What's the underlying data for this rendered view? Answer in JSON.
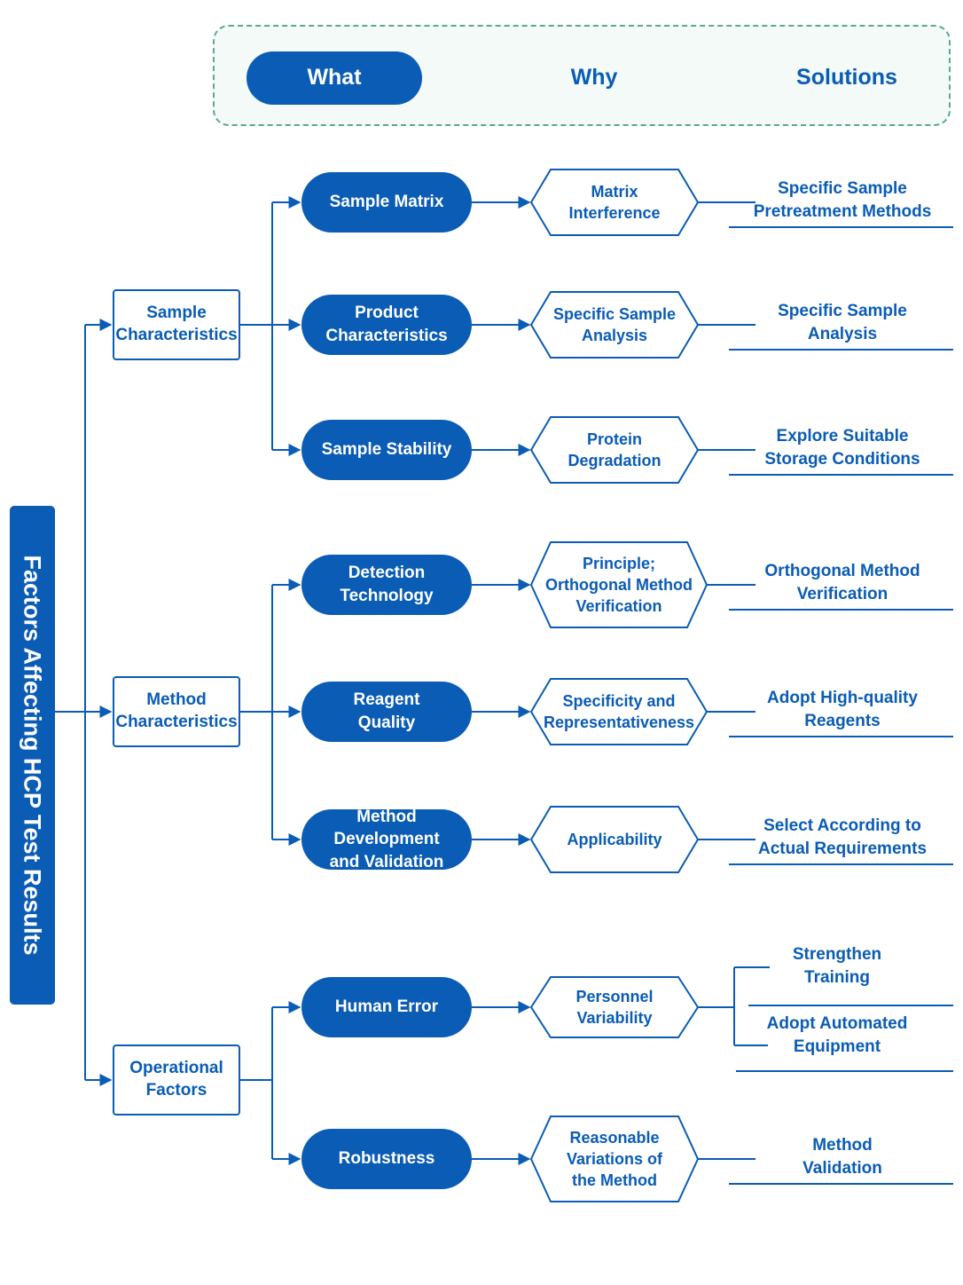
{
  "legend": {
    "what": "What",
    "why": "Why",
    "solutions": "Solutions"
  },
  "title": "Factors Affecting HCP Test Results",
  "groups": [
    {
      "label": "Sample\nCharacteristics",
      "items": [
        {
          "what": "Sample Matrix",
          "why": "Matrix\nInterference",
          "solutions": [
            "Specific Sample\nPretreatment Methods"
          ]
        },
        {
          "what": "Product\nCharacteristics",
          "why": "Specific Sample\nAnalysis",
          "solutions": [
            "Specific Sample\nAnalysis"
          ]
        },
        {
          "what": "Sample Stability",
          "why": "Protein\nDegradation",
          "solutions": [
            "Explore Suitable\nStorage Conditions"
          ]
        }
      ]
    },
    {
      "label": "Method\nCharacteristics",
      "items": [
        {
          "what": "Detection\nTechnology",
          "why": "Principle;\nOrthogonal Method\nVerification",
          "solutions": [
            "Orthogonal Method\nVerification"
          ]
        },
        {
          "what": "Reagent\nQuality",
          "why": "Specificity and\nRepresentativeness",
          "solutions": [
            "Adopt High-quality\nReagents"
          ]
        },
        {
          "what": "Method Development\nand Validation",
          "why": "Applicability",
          "solutions": [
            "Select According to\nActual Requirements"
          ]
        }
      ]
    },
    {
      "label": "Operational\nFactors",
      "items": [
        {
          "what": "Human Error",
          "why": "Personnel\nVariability",
          "solutions": [
            "Strengthen\nTraining",
            "Adopt Automated\nEquipment"
          ]
        },
        {
          "what": "Robustness",
          "why": "Reasonable\nVariations of\nthe Method",
          "solutions": [
            "Method\nValidation"
          ]
        }
      ]
    }
  ],
  "colors": {
    "primary": "#0a5cb5",
    "legend_border": "#5aaa88",
    "legend_bg": "#f3faf8"
  }
}
